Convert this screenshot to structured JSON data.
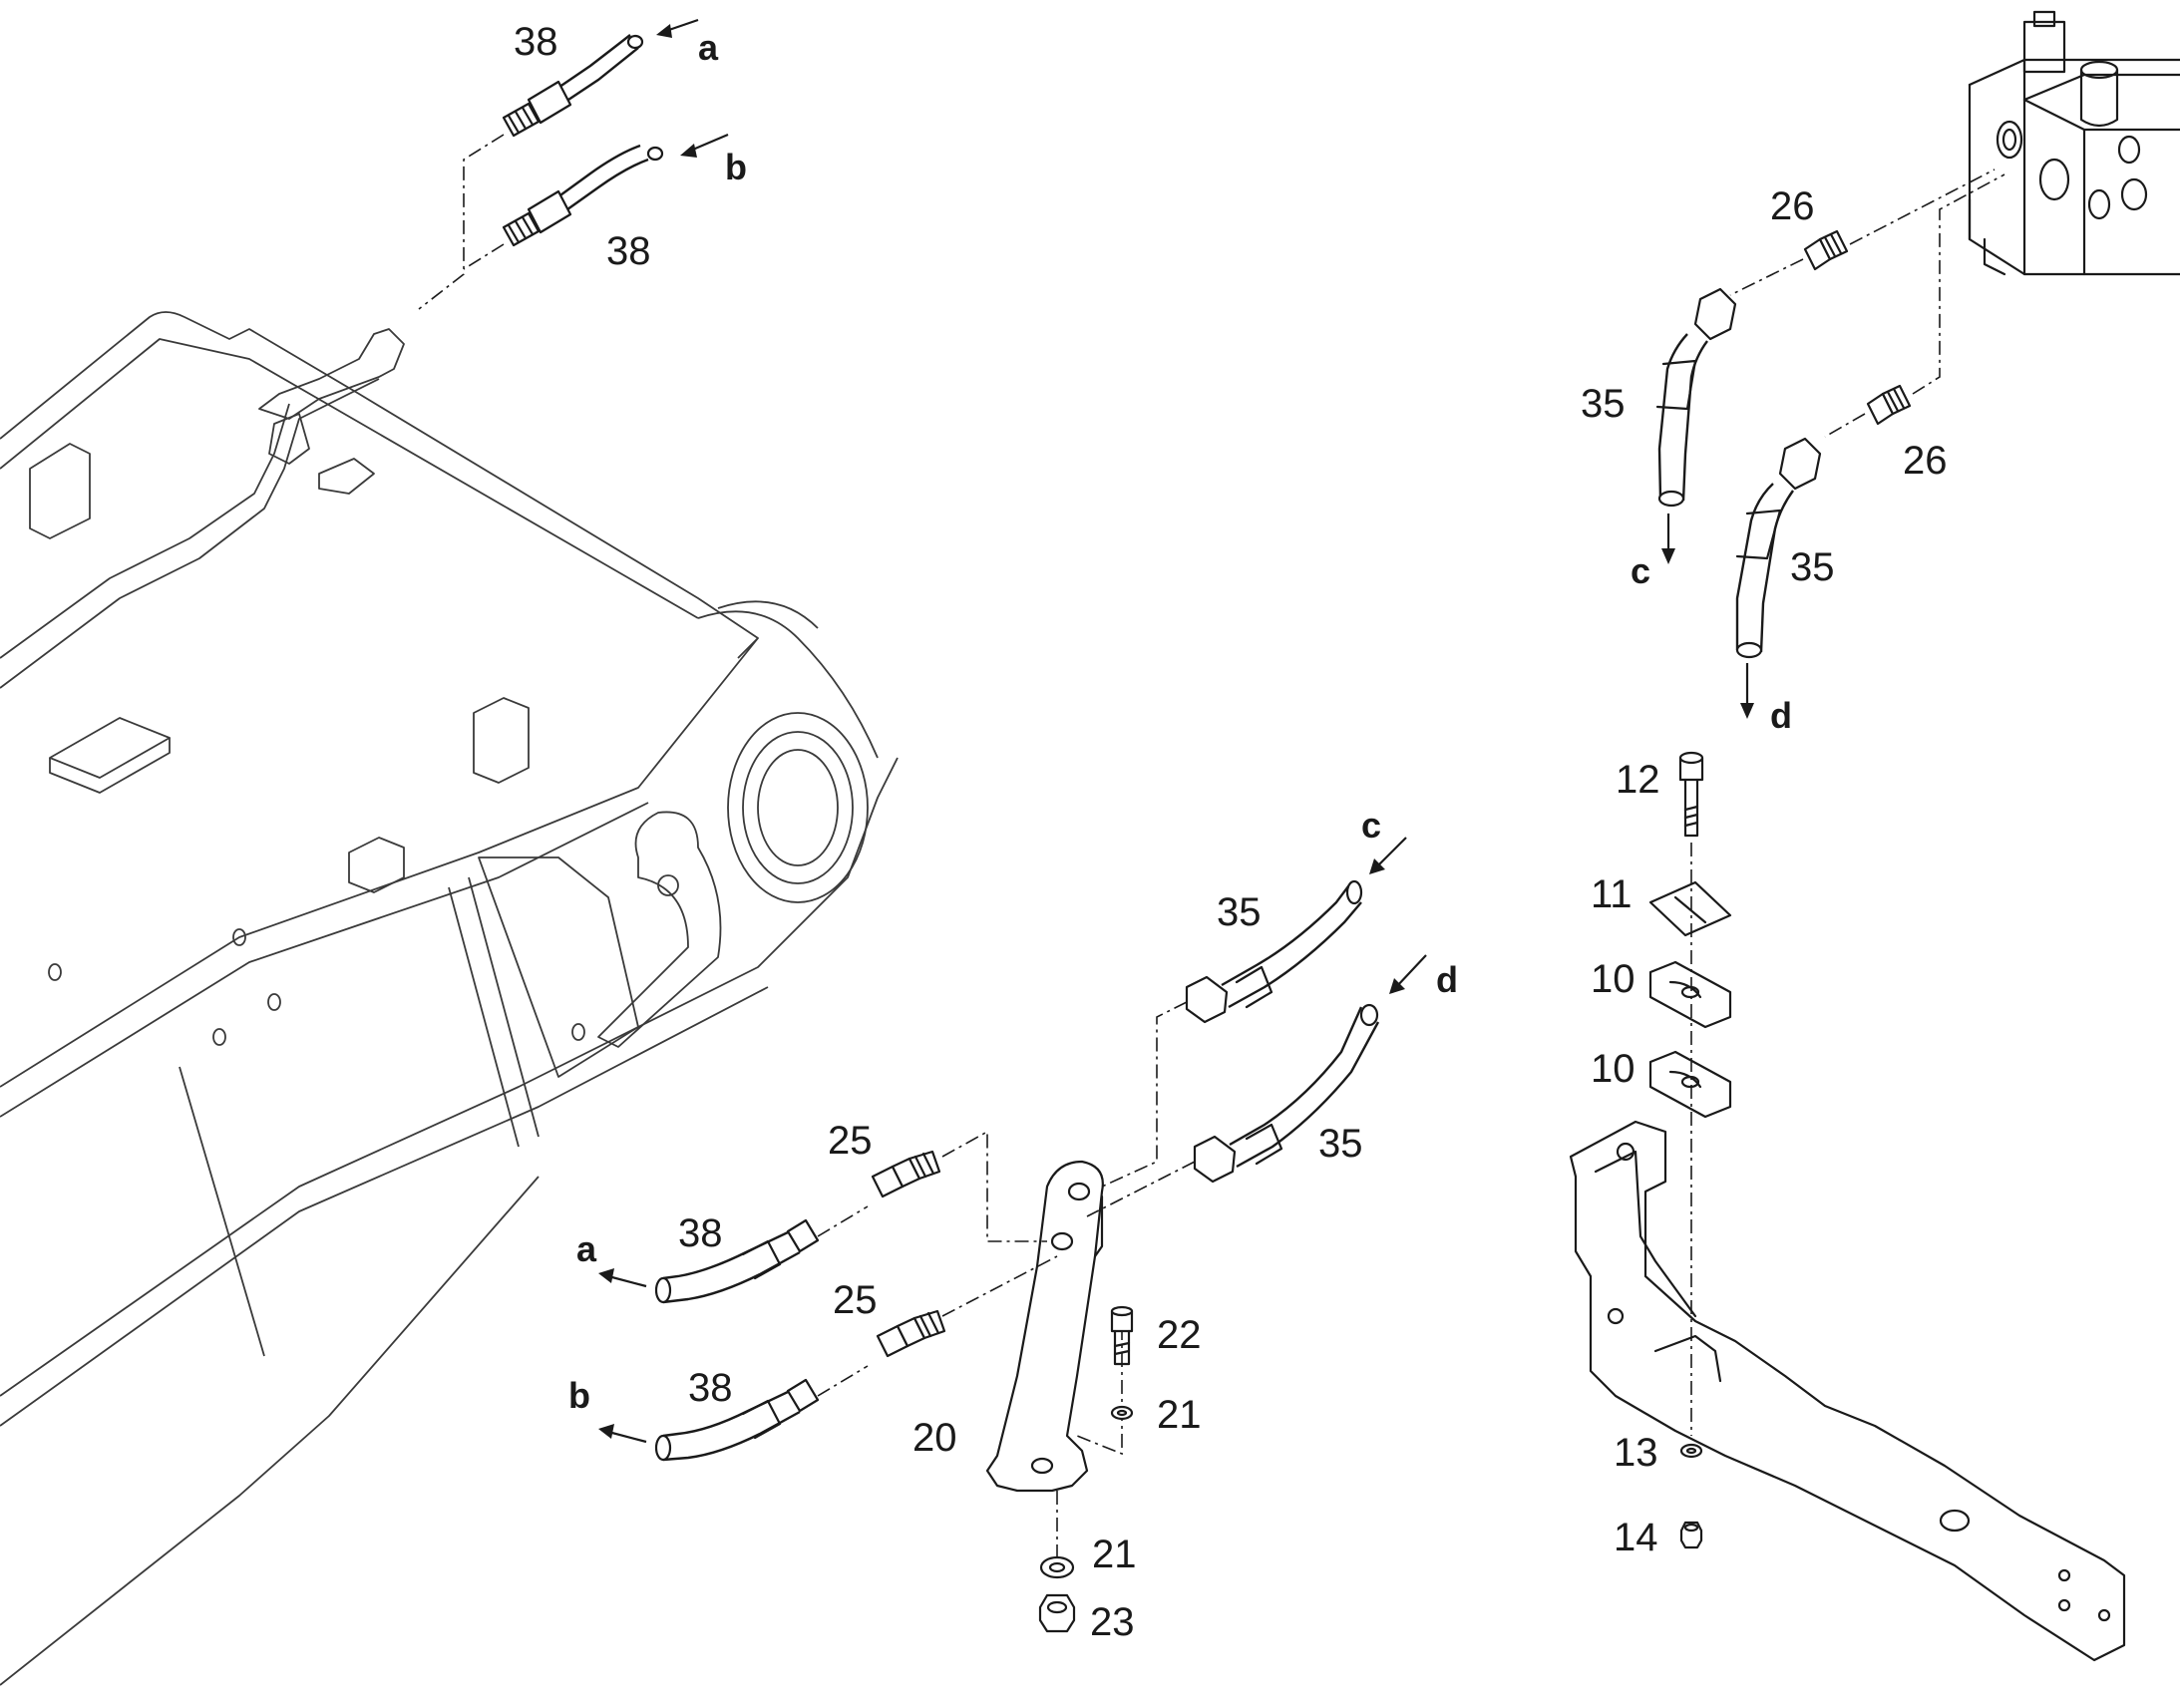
{
  "callouts": {
    "c38_top_a": "38",
    "c38_top_b": "38",
    "c26_upper": "26",
    "c26_lower": "26",
    "c35_right_c": "35",
    "c35_right_d": "35",
    "c12": "12",
    "c11": "11",
    "c10_upper": "10",
    "c10_lower": "10",
    "c13": "13",
    "c14": "14",
    "c35_mid_c": "35",
    "c35_mid_d": "35",
    "c25_upper": "25",
    "c25_lower": "25",
    "c38_low_a": "38",
    "c38_low_b": "38",
    "c22": "22",
    "c21_upper": "21",
    "c21_lower": "21",
    "c20": "20",
    "c23": "23"
  },
  "connection_letters": {
    "top_a": "a",
    "top_b": "b",
    "right_c": "c",
    "right_d": "d",
    "mid_c": "c",
    "mid_d": "d",
    "low_a": "a",
    "low_b": "b"
  }
}
